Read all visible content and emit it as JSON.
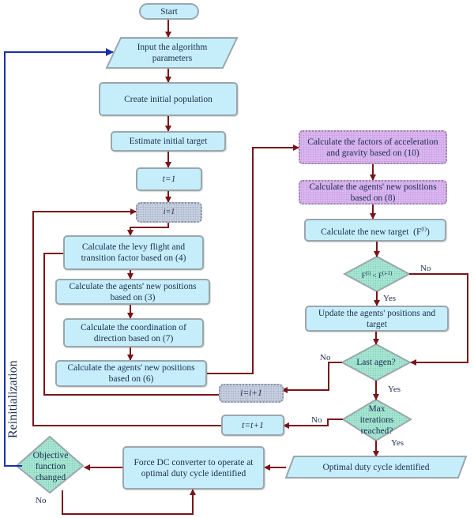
{
  "colors": {
    "flow_arrow": "#7a1418",
    "reinit_arrow": "#1a2fa8",
    "box_fill": "#c6eefa",
    "purple_fill": "#dcb8f0",
    "gray_fill": "#c9d2e2",
    "diamond_fill": "#a6e6d2"
  },
  "nodes": {
    "start": "Start",
    "input_params": "Input the algorithm parameters",
    "create_population": "Create initial population",
    "estimate_target": "Estimate initial target",
    "t_init": "t=1",
    "i_init": "i=1",
    "levy_flight": "Calculate the levy flight and transition factor based on (4)",
    "positions_3": "Calculate the agents' new positions based on (3)",
    "coordination": "Calculate the coordination of direction based on (7)",
    "positions_6": "Calculate the agents' new positions based on (6)",
    "i_increment": "i=i+1",
    "t_increment": "t=t+1",
    "accel_gravity": "Calculate the factors of acceleration and gravity based on (10)",
    "positions_8": "Calculate the agents' new positions based on (8)",
    "new_target": "Calculate the new target  (F(i))",
    "compare": "F(i) < F(i-1)",
    "update_positions": "Update the agents' positions and target",
    "last_agent": "Last agen?",
    "max_iter": "Max iterations reached?",
    "optimal_duty": "Optimal duty cycle identified",
    "force_dc": "Force DC converter to operate at optimal duty cycle identified",
    "objective_changed": "Objective function changed"
  },
  "edge_labels": {
    "compare_no": "No",
    "compare_yes": "Yes",
    "last_agent_no": "No",
    "last_agent_yes": "Yes",
    "max_iter_no": "No",
    "max_iter_yes": "Yes",
    "objective_no": "No"
  },
  "side_label": "Reinitialization"
}
